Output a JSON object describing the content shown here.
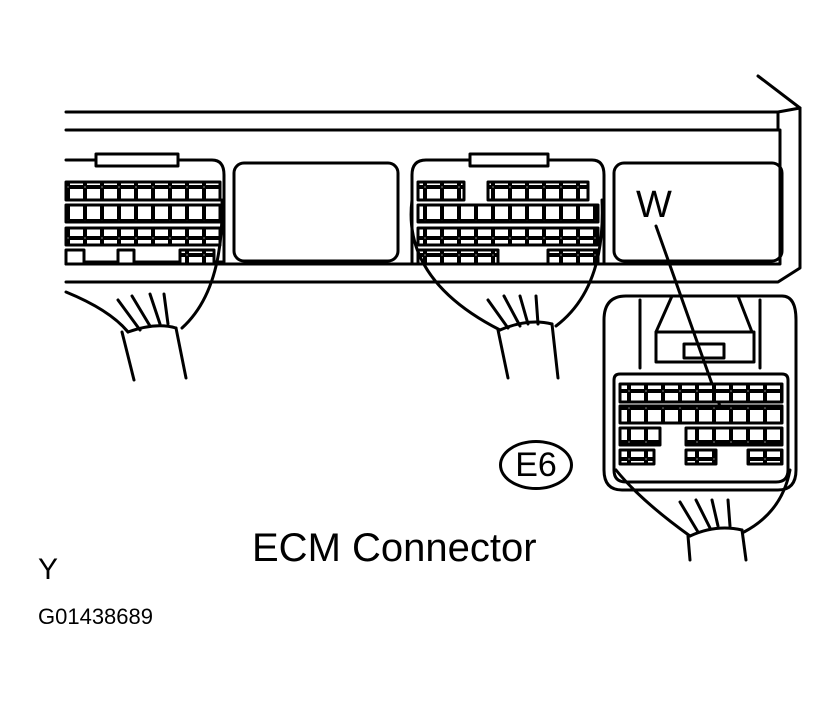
{
  "diagram": {
    "title": "ECM Connector",
    "connector_code": "E6",
    "wire_color": "W",
    "corner_mark": "Y",
    "figure_id": "G01438689"
  },
  "colors": {
    "ink": "#000000",
    "paper": "#ffffff"
  },
  "icons": [
    "ecm-housing",
    "connector-harness-plug",
    "wire-bundle"
  ]
}
